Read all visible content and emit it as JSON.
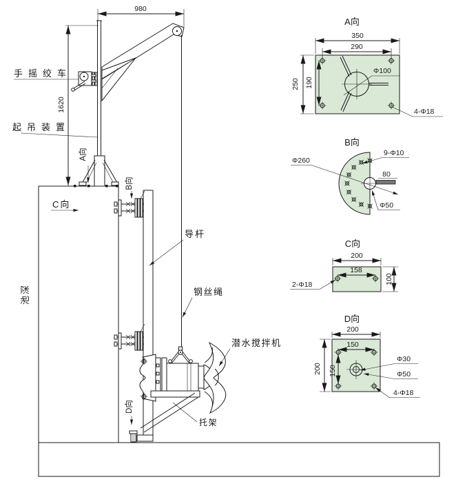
{
  "colors": {
    "plate_fill": "#d9e9d6",
    "line": "#1a1a1a",
    "background": "#ffffff"
  },
  "main_view": {
    "dims": {
      "boom": "980",
      "mast": "1620"
    },
    "labels": {
      "hand_winch": "手摇绞车",
      "lifting_device": "起吊装置",
      "guide_rod": "导杆",
      "wire_rope": "钢丝绳",
      "submersible_mixer": "潜水搅拌机",
      "bracket": "托架",
      "pool_depth": "池深"
    },
    "view_markers": {
      "a": "A向",
      "b": "B向",
      "c": "C向",
      "d": "D向"
    }
  },
  "detail_views": {
    "a": {
      "title": "A向",
      "width_outer": "350",
      "width_inner": "290",
      "height_outer": "250",
      "height_inner": "190",
      "center_hole": "Φ100",
      "corner_holes": "4-Φ18"
    },
    "b": {
      "title": "B向",
      "outer_circle": "Φ260",
      "bolt_holes": "9-Φ10",
      "shaft": "80",
      "center_hole": "Φ50"
    },
    "c": {
      "title": "C向",
      "width": "200",
      "hole_spacing": "158",
      "height": "100",
      "holes": "2-Φ18"
    },
    "d": {
      "title": "D向",
      "width": "200",
      "hole_spacing_h": "150",
      "height": "200",
      "hole_spacing_v": "150",
      "center_hole_inner": "Φ30",
      "center_hole_outer": "Φ50",
      "corner_holes": "4-Φ18"
    }
  }
}
